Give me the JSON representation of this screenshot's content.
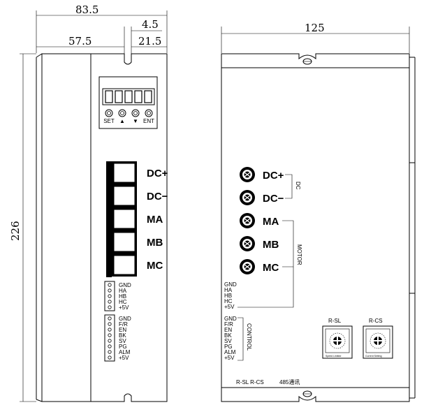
{
  "dimensions": {
    "overall_width_side": "83.5",
    "slot_width": "4.5",
    "left_portion": "57.5",
    "right_portion": "21.5",
    "height": "226",
    "front_width": "125"
  },
  "display": {
    "buttons": [
      "SET",
      "▲",
      "▼",
      "ENT"
    ]
  },
  "terminals": [
    "DC+",
    "DC−",
    "MA",
    "MB",
    "MC"
  ],
  "hall_pins": [
    "GND",
    "HA",
    "HB",
    "HC",
    "+5V"
  ],
  "control_pins": [
    "GND",
    "F/R",
    "EN",
    "BK",
    "SV",
    "PG",
    "ALM",
    "+5V"
  ],
  "groups": {
    "dc": "DC",
    "motor": "MOTOR",
    "control": "CONTROL"
  },
  "switches": {
    "rsl_title": "R-SL",
    "rcs_title": "R-CS",
    "rsl_caption": "Speed Limited",
    "rcs_caption": "Current Setting"
  },
  "bottom_labels": {
    "rsl_rcs": "R-SL R-CS",
    "comm": "485通讯"
  }
}
